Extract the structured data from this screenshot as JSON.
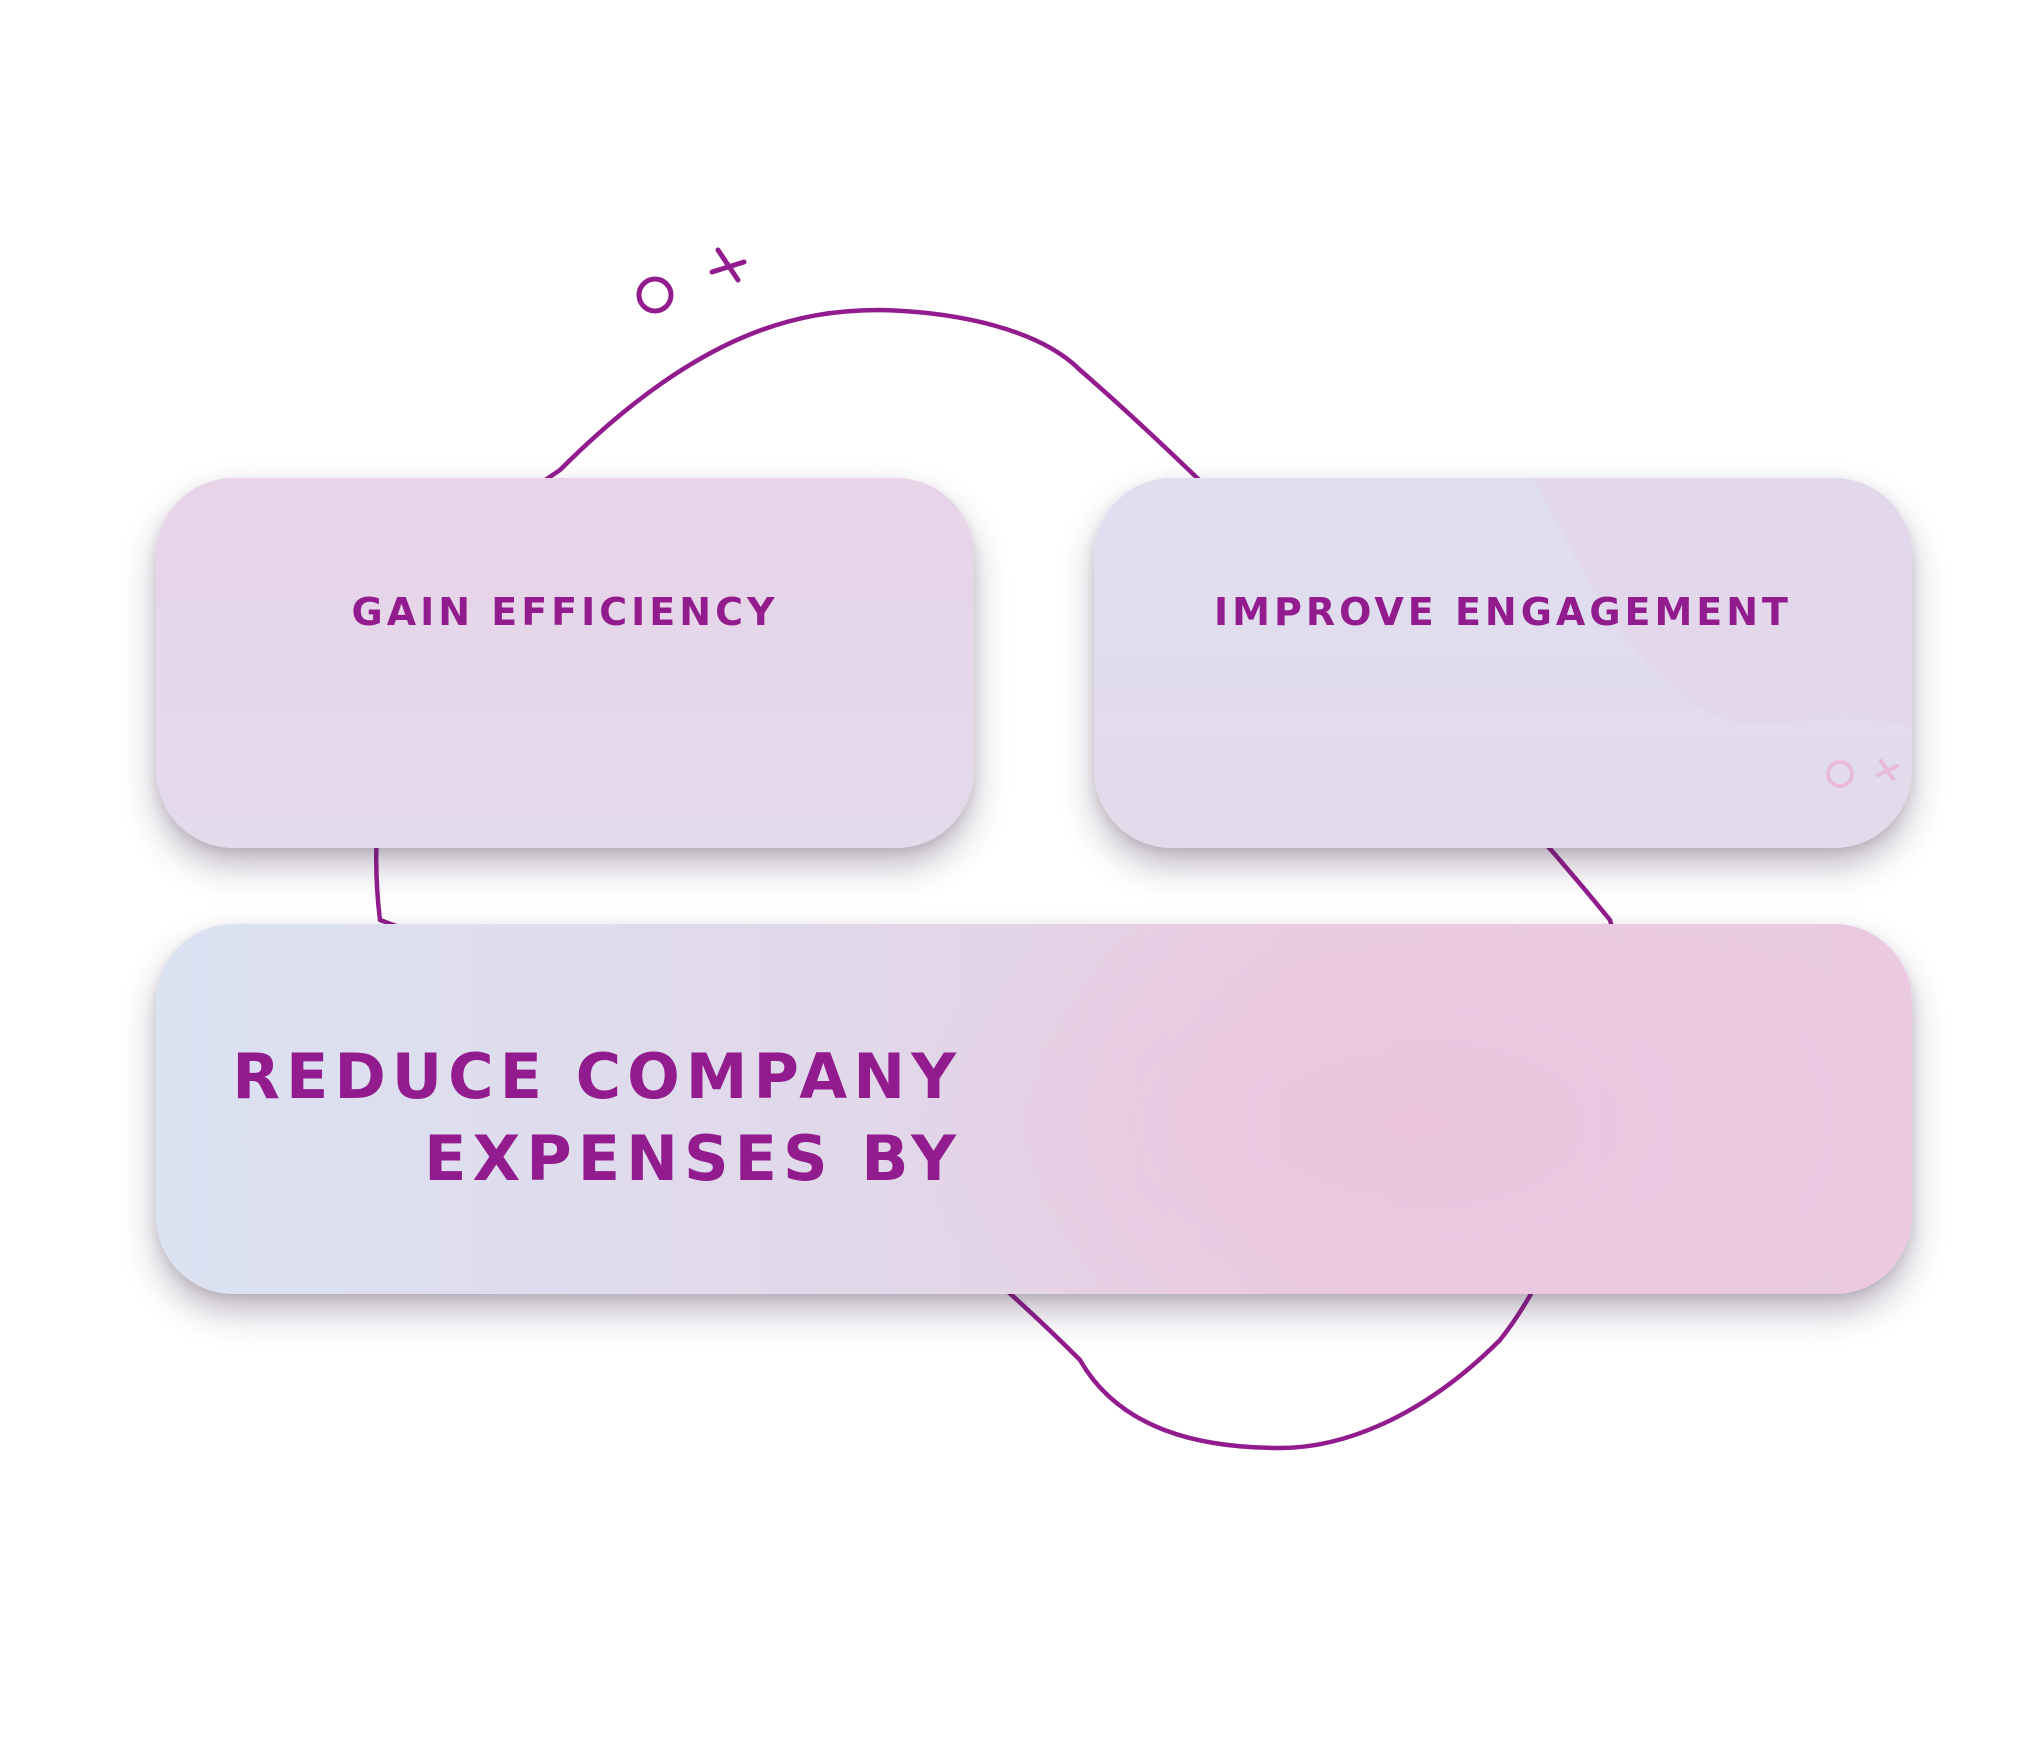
{
  "colors": {
    "accent": "#921c8e",
    "card_lavender": "#e5d8ea",
    "card_blue": "#dbe2f2",
    "card_pink": "#eac9e1",
    "background": "#ffffff"
  },
  "cards": {
    "efficiency": {
      "label": "GAIN EFFICIENCY"
    },
    "engagement": {
      "label": "IMPROVE ENGAGEMENT"
    },
    "expenses": {
      "line1": "REDUCE COMPANY",
      "line2": "EXPENSES BY"
    }
  },
  "decorations": {
    "top_marks": [
      "circle-icon",
      "cross-icon"
    ],
    "card_marks": [
      "circle-icon",
      "cross-icon"
    ],
    "loop": "decorative-loop-line"
  }
}
